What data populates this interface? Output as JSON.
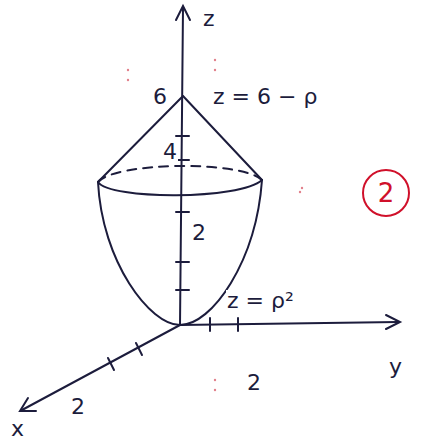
{
  "diagram": {
    "nodes": [
      {
        "text": [
          "2"
        ]
      }
    ],
    "labels": [
      "z",
      "6",
      "z = 6 − ρ",
      "4",
      "2",
      "z = ρ²",
      "y",
      "x",
      "2",
      "2"
    ]
  }
}
